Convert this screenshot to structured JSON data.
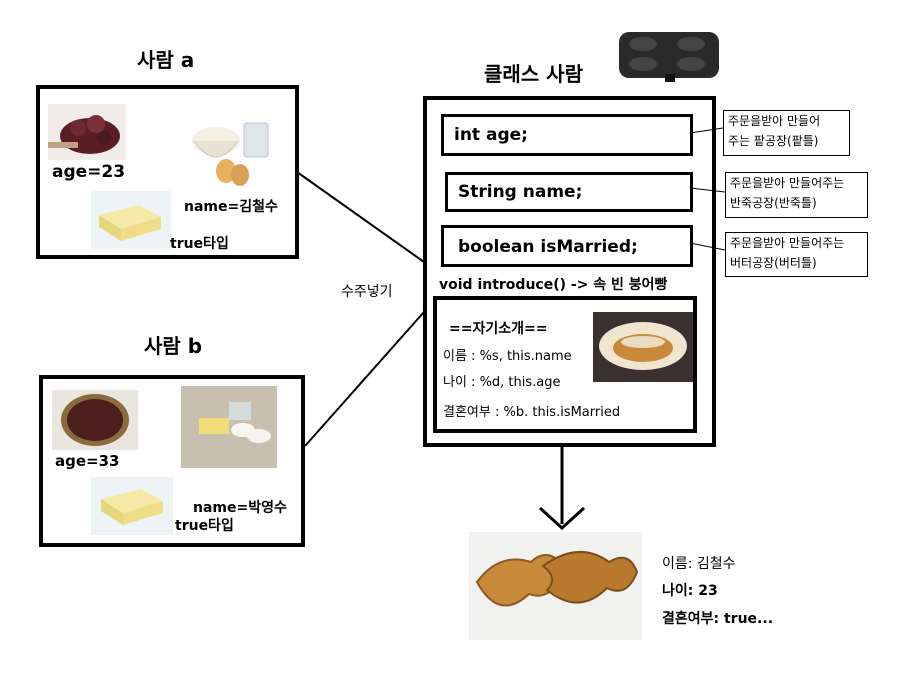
{
  "person_a": {
    "title": "사람 a",
    "age_label": "age=23",
    "name_label": "name=김철수",
    "married_label": "true타입"
  },
  "person_b": {
    "title": "사람 b",
    "age_label": "age=33",
    "name_label": "name=박영수",
    "married_label": "true타입"
  },
  "class": {
    "title": "클래스 사람",
    "field_age": "int age;",
    "field_name": "String name;",
    "field_married": "boolean isMarried;",
    "method_sig": "void introduce() -> 속 빈 붕어빵",
    "method_body": {
      "header": "==자기소개==",
      "line_name": "이름 : %s, this.name",
      "line_age": "나이 : %d, this.age",
      "line_married": "결혼여부 : %b. this.isMarried"
    }
  },
  "notes": {
    "age_note_l1": "주문을받아 만들어",
    "age_note_l2": "주는 팥공장(팥틀)",
    "name_note_l1": "주문을받아 만들어주는",
    "name_note_l2": "반죽공장(반죽틀)",
    "married_note_l1": "주문을받아 만들어주는",
    "married_note_l2": "버터공장(버터틀)"
  },
  "injection_label": "수주넣기",
  "result": {
    "line_name": "이름: 김철수",
    "line_age": "나이: 23",
    "line_married": "결혼여부: true..."
  },
  "icons": {
    "bean_paste": "red-bean-icon",
    "flour": "flour-bowl-icon",
    "eggs": "eggs-icon",
    "butter": "butter-icon",
    "mold": "bungeoppang-mold-icon",
    "hollow_bread": "hollow-bread-icon",
    "bungeoppang": "bungeoppang-icon"
  }
}
